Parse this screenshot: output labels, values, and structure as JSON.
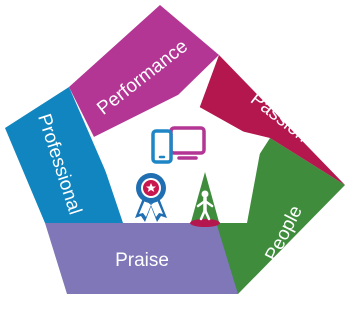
{
  "segments": [
    {
      "key": "performance",
      "label": "Performance",
      "color": "#b33594"
    },
    {
      "key": "passion",
      "label": "Passion",
      "color": "#b3174e"
    },
    {
      "key": "people",
      "label": "People",
      "color": "#3e8c3c"
    },
    {
      "key": "praise",
      "label": "Praise",
      "color": "#7f77b8"
    },
    {
      "key": "professional",
      "label": "Professional",
      "color": "#1085bf"
    }
  ],
  "center_icons": [
    {
      "name": "devices-icon",
      "description": "phone and monitor"
    },
    {
      "name": "award-ribbon-icon",
      "description": "rosette medal"
    },
    {
      "name": "person-spotlight-icon",
      "description": "person under spotlight"
    }
  ],
  "colors": {
    "device_blue": "#1f86c6",
    "device_purple": "#b33594",
    "award_blue": "#1f6fb2",
    "award_red": "#c8164f",
    "spotlight_green": "#3e8c3c",
    "spotlight_red": "#b3174e"
  }
}
